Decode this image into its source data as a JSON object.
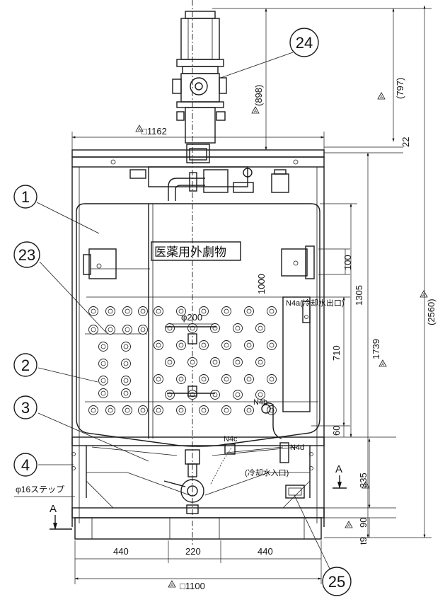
{
  "title": "医薬用外劇物",
  "balloons": {
    "b1": "1",
    "b2": "2",
    "b3": "3",
    "b4": "4",
    "b23": "23",
    "b24": "24",
    "b25": "25"
  },
  "nozzles": {
    "n4a": "N4a(冷却水出口)",
    "n4b": "N4b",
    "n4c": "N4c",
    "n4d": "N4d",
    "n4d_sub": "(冷却水入口)"
  },
  "dims": {
    "top_width": "□1162",
    "bottom_width": "□1100",
    "seg_left": "440",
    "seg_mid": "220",
    "seg_right": "440",
    "total_height": "(2560)",
    "h_898": "(898)",
    "h_797": "(797)",
    "h_22": "22",
    "h_1739": "1739",
    "h_1305": "1305",
    "h_100": "100",
    "h_1000": "1000",
    "h_710": "710",
    "h_60": "60",
    "h_335": "335",
    "h_90": "90",
    "h_t9": "t9",
    "dia_200": "φ200"
  },
  "section": {
    "label_a": "A",
    "label_a2": "A"
  },
  "step_label": "φ16ステップ",
  "revision_marker": "A"
}
